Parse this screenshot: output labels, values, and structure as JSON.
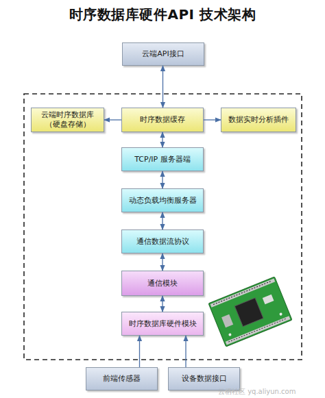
{
  "diagram": {
    "title": "时序数据库硬件API 技术架构",
    "nodes": [
      {
        "text": [
          "云端API接口"
        ]
      },
      {
        "text": [
          "云端时序数据库 （硬盘存储）"
        ]
      },
      {
        "text": [
          "时序数据缓存"
        ]
      },
      {
        "text": [
          "数据实时分析插件"
        ]
      },
      {
        "text": [
          "TCP/IP 服务器端"
        ]
      },
      {
        "text": [
          "动态负载均衡服务器"
        ]
      },
      {
        "text": [
          "通信数据流协议"
        ]
      },
      {
        "text": [
          "通信模块"
        ]
      },
      {
        "text": [
          "时序数据库硬件模块"
        ]
      },
      {
        "text": [
          "前端传感器"
        ]
      },
      {
        "text": [
          "设备数据接口"
        ]
      }
    ],
    "edges": [
      {
        "from": 0,
        "to": 2,
        "arrow": "both"
      },
      {
        "from": 2,
        "to": 1,
        "arrow": "to"
      },
      {
        "from": 2,
        "to": 3,
        "arrow": "to"
      },
      {
        "from": 2,
        "to": 4,
        "arrow": "both"
      },
      {
        "from": 4,
        "to": 5,
        "arrow": "both"
      },
      {
        "from": 5,
        "to": 6,
        "arrow": "both"
      },
      {
        "from": 6,
        "to": 7,
        "arrow": "both"
      },
      {
        "from": 7,
        "to": 8,
        "arrow": "both"
      },
      {
        "from": 9,
        "to": 8,
        "arrow": "to"
      },
      {
        "from": 10,
        "to": 8,
        "arrow": "to"
      }
    ],
    "labels": [
      "云栖社区 yq.aliyun.com"
    ]
  }
}
